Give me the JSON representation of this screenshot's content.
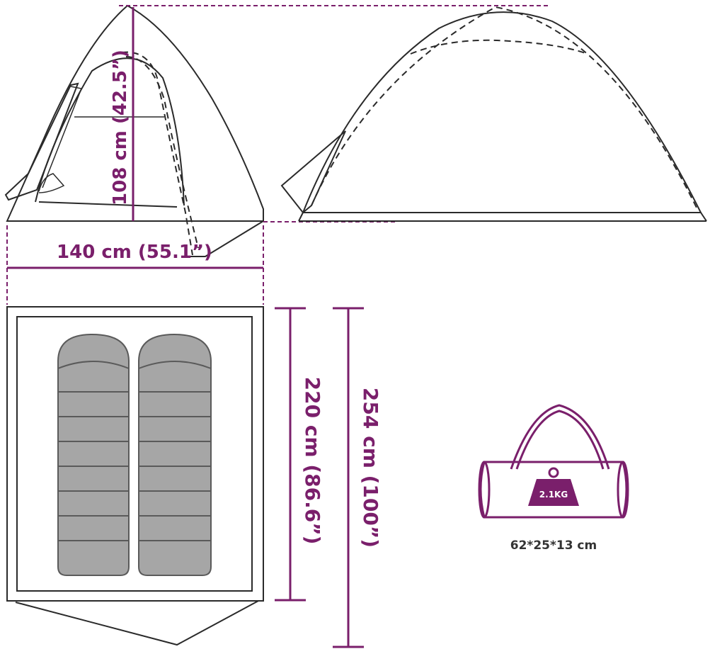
{
  "dimensions": {
    "height": "108 cm (42.5”)",
    "width": "140 cm (55.1”)",
    "floor_length": "220 cm (86.6”)",
    "total_length": "254 cm (100”)"
  },
  "carry_bag": {
    "weight": "2.1KG",
    "size": "62*25*13 cm"
  },
  "colors": {
    "dimension": "#7a1f6b",
    "outline": "#2a2a2a",
    "sleeping_bag": "#a6a6a6"
  }
}
